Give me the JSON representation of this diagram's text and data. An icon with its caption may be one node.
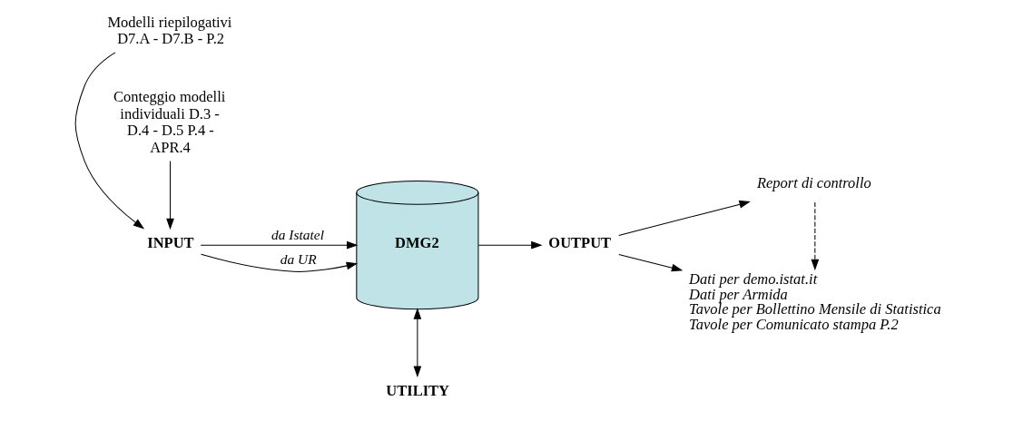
{
  "diagram": {
    "nodes": [
      {
        "text": [
          "Modelli riepilogativi D7.A - D7.B - P.2"
        ]
      },
      {
        "text": [
          "INPUT"
        ]
      },
      {
        "text": [
          "Conteggio modelli individuali D.3 - D.4 - D.5 P.4 - APR.4"
        ]
      },
      {
        "text": [
          "DMG2"
        ]
      },
      {
        "text": [
          "OUTPUT"
        ]
      },
      {
        "text": [
          "Report di controllo"
        ]
      },
      {
        "text": [
          "Dati per demo.istat.it",
          "Dati per Armida",
          "Tavole per Bollettino Mensile di Statistica",
          "Tavole per Comunicato stampa P.2"
        ]
      },
      {
        "text": [
          "UTILITY"
        ]
      }
    ],
    "edges": [
      {
        "from": 0,
        "to": 1,
        "arrow": "to"
      },
      {
        "from": 2,
        "to": 1,
        "arrow": "to"
      },
      {
        "from": 1,
        "to": 3,
        "arrow": "to",
        "label": "da Istatel"
      },
      {
        "from": 1,
        "to": 3,
        "arrow": "to",
        "label": "da UR"
      },
      {
        "from": 3,
        "to": 4,
        "arrow": "to"
      },
      {
        "from": 4,
        "to": 5,
        "arrow": "to"
      },
      {
        "from": 4,
        "to": 6,
        "arrow": "to"
      },
      {
        "from": 5,
        "to": 6,
        "arrow": "to",
        "style": "dashed"
      },
      {
        "from": 3,
        "to": 7,
        "arrow": "both"
      }
    ]
  }
}
